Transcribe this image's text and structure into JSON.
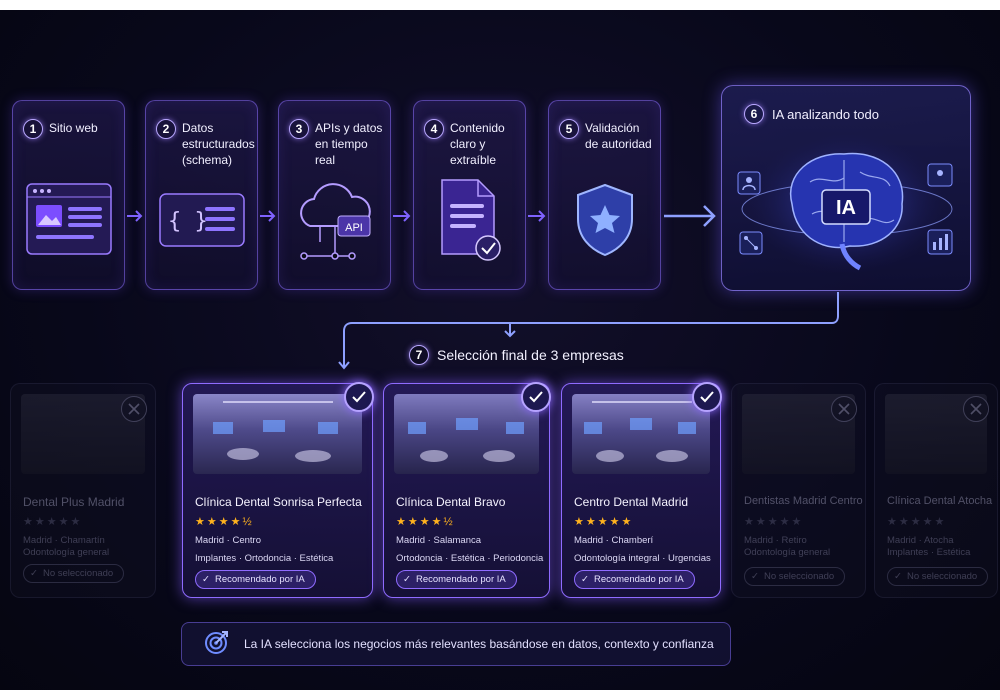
{
  "steps": [
    {
      "number": "1",
      "title": "Sitio web",
      "icon": "website-icon"
    },
    {
      "number": "2",
      "title": "Datos estructurados (schema)",
      "icon": "code-braces-icon"
    },
    {
      "number": "3",
      "title": "APIs y datos en tiempo real",
      "icon": "cloud-api-icon",
      "icon_label": "API"
    },
    {
      "number": "4",
      "title": "Contenido claro y extraíble",
      "icon": "document-check-icon"
    },
    {
      "number": "5",
      "title": "Validación de autoridad",
      "icon": "shield-star-icon"
    },
    {
      "number": "6",
      "title": "IA analizando todo",
      "icon": "brain-icon",
      "icon_label": "IA"
    }
  ],
  "selection": {
    "number": "7",
    "title": "Selección final de 3 empresas"
  },
  "companies": [
    {
      "name": "Dental Plus Madrid",
      "location": "Madrid · Chamartín",
      "services": "Odontología general",
      "status": "No seleccionado",
      "selected": false,
      "rating": "★★★★★"
    },
    {
      "name": "Clínica Dental Sonrisa Perfecta",
      "location": "Madrid · Centro",
      "services": "Implantes · Ortodoncia · Estética",
      "status": "Recomendado por IA",
      "selected": true,
      "rating": "★★★★½"
    },
    {
      "name": "Clínica Dental Bravo",
      "location": "Madrid · Salamanca",
      "services": "Ortodoncia · Estética · Periodoncia",
      "status": "Recomendado por IA",
      "selected": true,
      "rating": "★★★★½"
    },
    {
      "name": "Centro Dental Madrid",
      "location": "Madrid · Chamberí",
      "services": "Odontología integral · Urgencias",
      "status": "Recomendado por IA",
      "selected": true,
      "rating": "★★★★★"
    },
    {
      "name": "Dentistas Madrid Centro",
      "location": "Madrid · Retiro",
      "services": "Odontología general",
      "status": "No seleccionado",
      "selected": false,
      "rating": "★★★★★"
    },
    {
      "name": "Clínica Dental Atocha",
      "location": "Madrid · Atocha",
      "services": "Implantes · Estética",
      "status": "No seleccionado",
      "selected": false,
      "rating": "★★★★★"
    }
  ],
  "footer": {
    "text": "La IA selecciona los negocios más relevantes basándose en datos, contexto y confianza",
    "icon": "target-icon"
  },
  "colors": {
    "accent": "#8f6bff",
    "star": "#ffb21e",
    "background": "#0a0a16"
  }
}
